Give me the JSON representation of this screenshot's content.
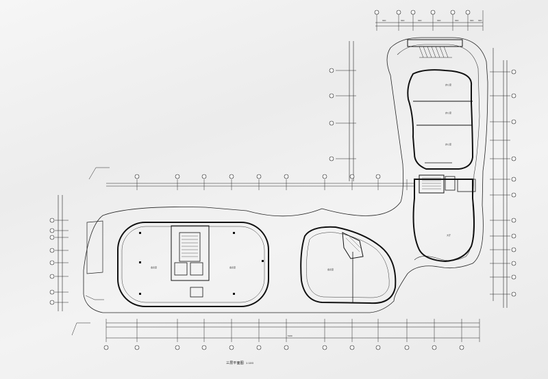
{
  "drawing": {
    "caption": "三层平面图",
    "scale": "1:100"
  },
  "rooms": [
    {
      "id": "north-office-a",
      "label": "办公室"
    },
    {
      "id": "north-office-b",
      "label": "办公室"
    },
    {
      "id": "north-office-c",
      "label": "办公室"
    },
    {
      "id": "north-hall",
      "label": "大厅"
    },
    {
      "id": "west-room-left",
      "label": "会议室"
    },
    {
      "id": "west-room-right",
      "label": "会议室"
    },
    {
      "id": "east-pod-room",
      "label": "会议室"
    }
  ],
  "top_dimensions": [
    "3600",
    "3600",
    "3600",
    "3600",
    "3600",
    "3600",
    "3600"
  ],
  "bottom_total": "51000",
  "colors": {
    "line": "#222222",
    "thin": "#444444",
    "wall": "#111111",
    "background": "#f3f3f3"
  }
}
